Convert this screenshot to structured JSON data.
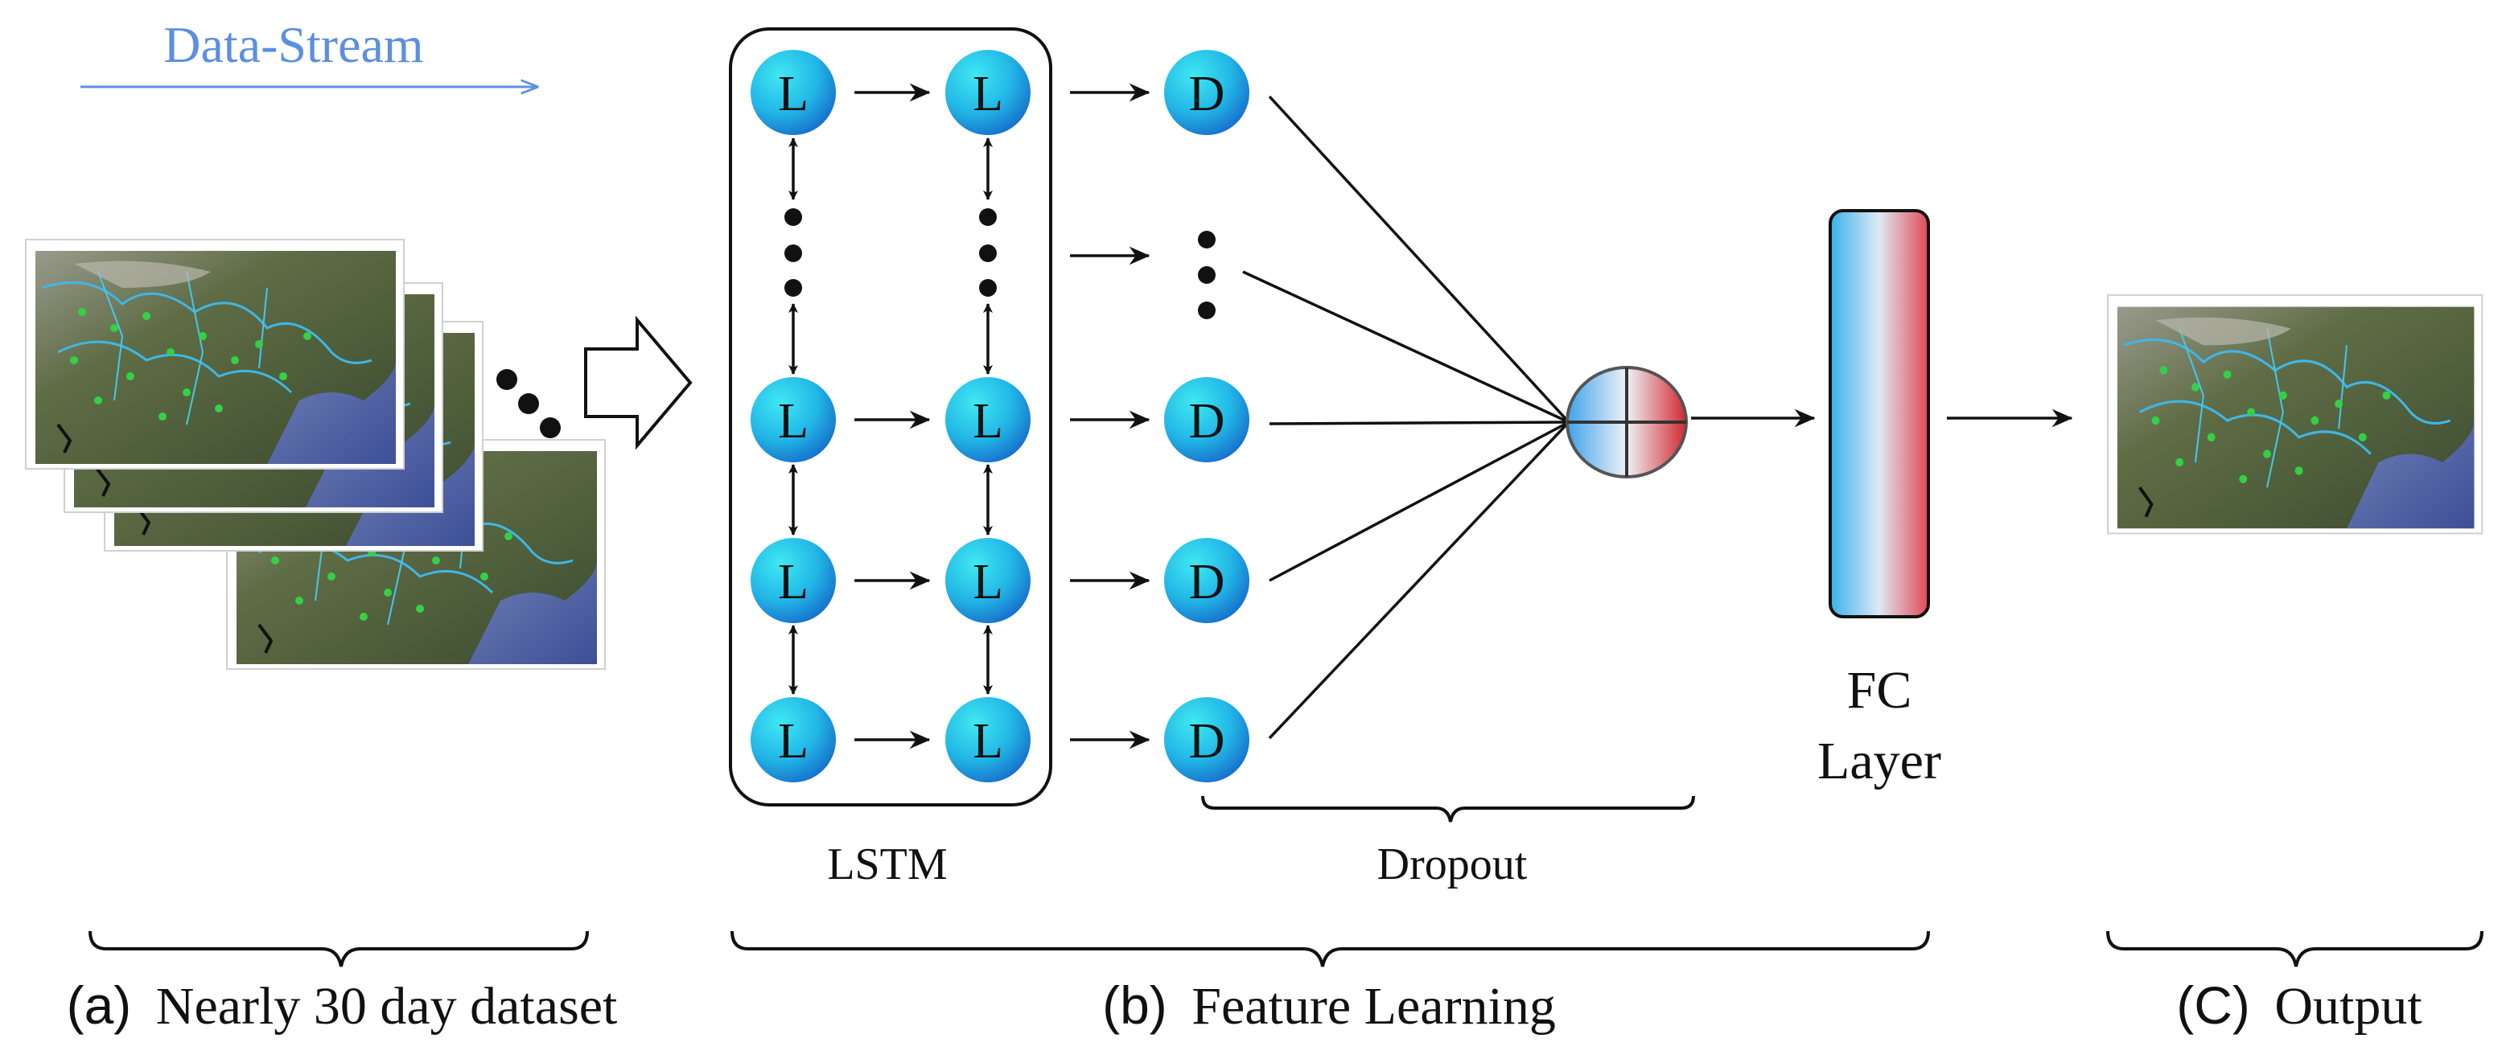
{
  "header": {
    "stream_label": "Data-Stream"
  },
  "nodes": {
    "lstm_letter": "L",
    "dropout_letter": "D"
  },
  "labels": {
    "lstm": "LSTM",
    "dropout": "Dropout",
    "fc_line1": "FC",
    "fc_line2": "Layer"
  },
  "sections": {
    "a_prefix": "(a)",
    "a_text": "Nearly 30 day dataset",
    "b_prefix": "(b)",
    "b_text": "Feature Learning",
    "c_prefix": "(C)",
    "c_text": "Output"
  },
  "colors": {
    "stream_blue": "#5b8fe0",
    "node_light": "#39e6f0",
    "node_dark": "#1565c8",
    "fc_blue": "#3bb3ea",
    "fc_red": "#e0505a"
  }
}
